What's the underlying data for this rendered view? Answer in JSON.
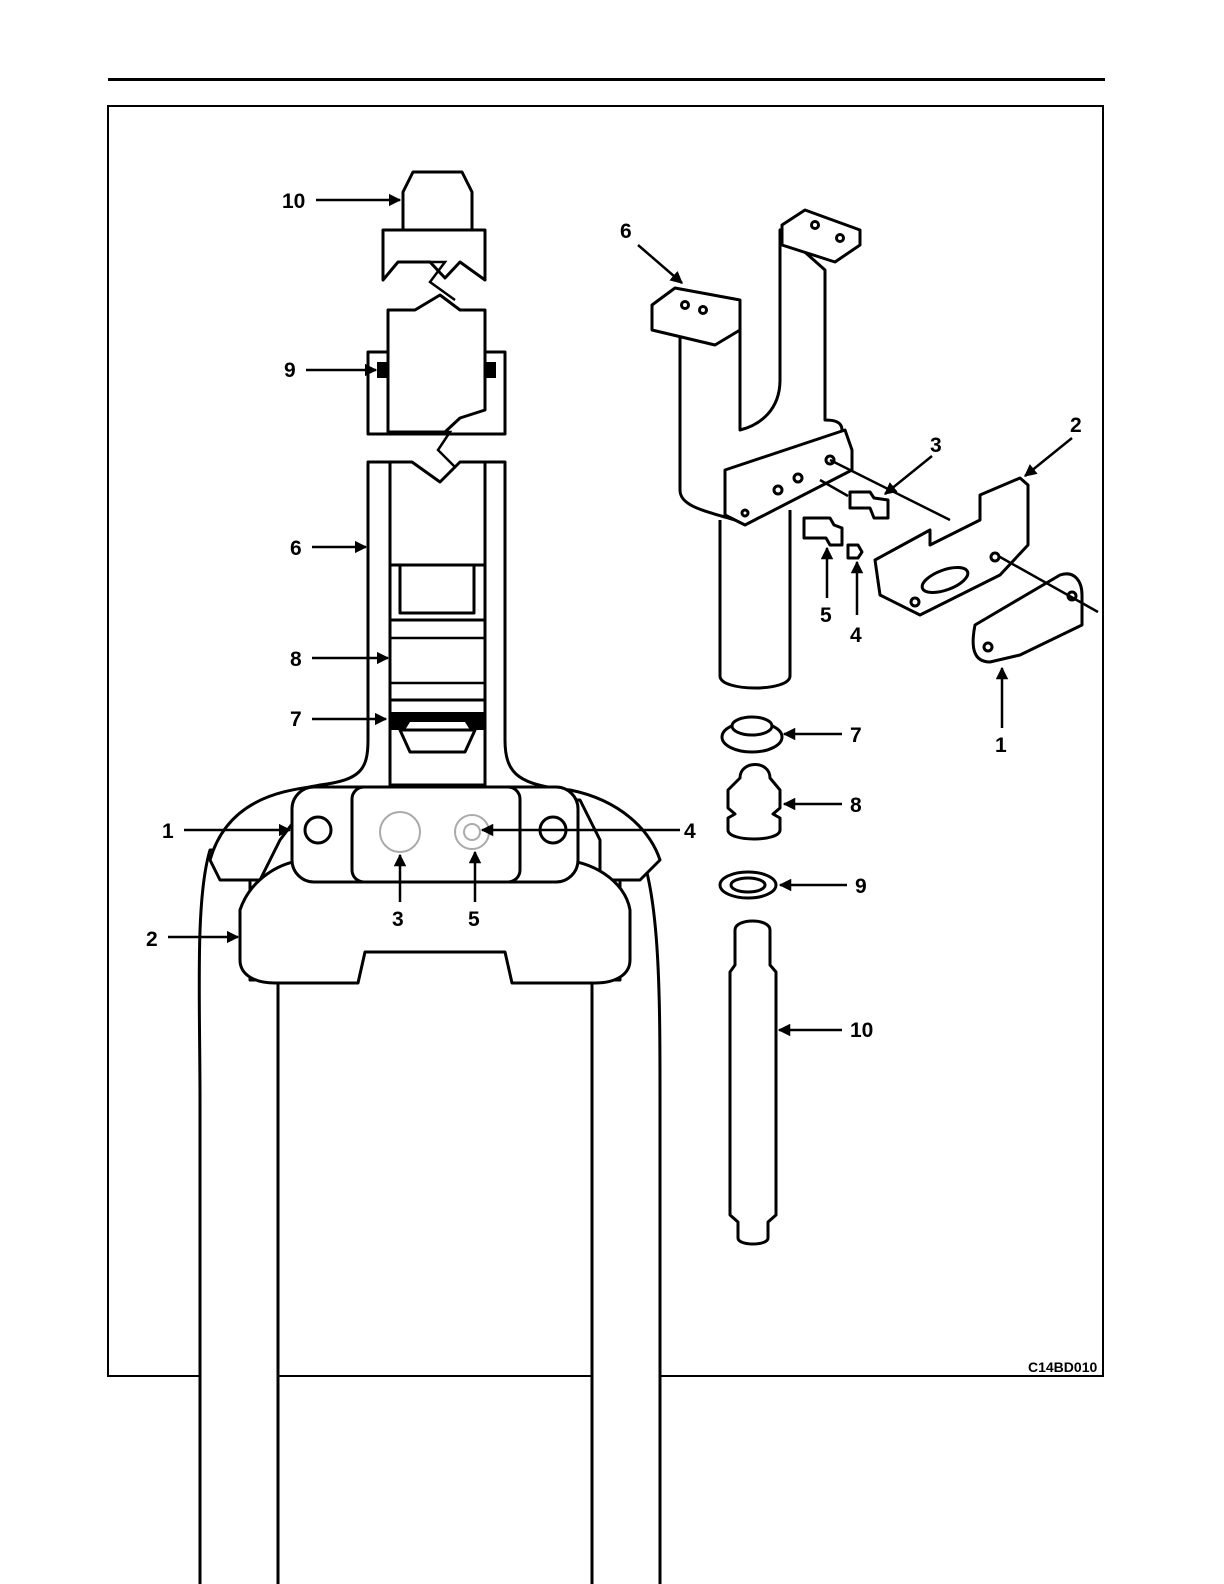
{
  "figure": {
    "code": "C14BD010",
    "section_view_labels": {
      "l10": "10",
      "l9": "9",
      "l6": "6",
      "l8": "8",
      "l7": "7",
      "l1": "1",
      "l4": "4",
      "l2": "2",
      "l3": "3",
      "l5": "5"
    },
    "exploded_view_labels": {
      "l6": "6",
      "l3": "3",
      "l2": "2",
      "l5": "5",
      "l4": "4",
      "l1": "1",
      "l7": "7",
      "l8": "8",
      "l9": "9",
      "l10": "10"
    }
  }
}
